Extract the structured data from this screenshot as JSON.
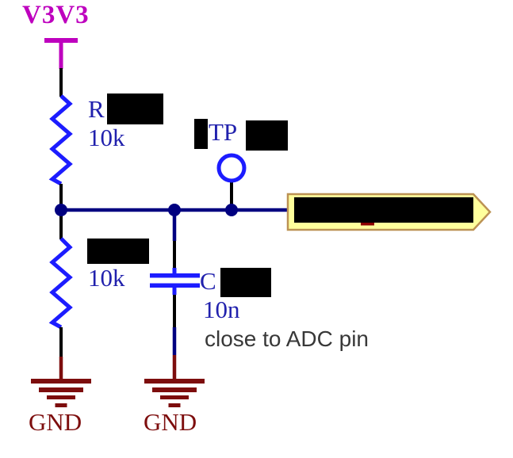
{
  "schematic": {
    "power_label": "V3V3",
    "r1": {
      "prefix": "R",
      "value": "10k",
      "designator_redacted": true
    },
    "r2": {
      "value": "10k",
      "designator_redacted": true
    },
    "c1": {
      "prefix": "C",
      "value": "10n",
      "designator_redacted": true
    },
    "testpoint": {
      "prefix": "TP",
      "designator_redacted": true
    },
    "gnd_left_label": "GND",
    "gnd_right_label": "GND",
    "note": "close to ADC pin",
    "net_tag": {
      "label_redacted": true
    },
    "colors": {
      "power_net": "#BE00BE",
      "component_symbol_blue": "#1C1CFF",
      "wire_navy": "#000080",
      "pin_black": "#000000",
      "label_blue": "#2121AD",
      "ground_dark_red": "#7D0D0D",
      "tag_fill": "#FFFF9C",
      "tag_border": "#BC9254",
      "note_gray": "#383838",
      "redaction": "#000000"
    }
  }
}
